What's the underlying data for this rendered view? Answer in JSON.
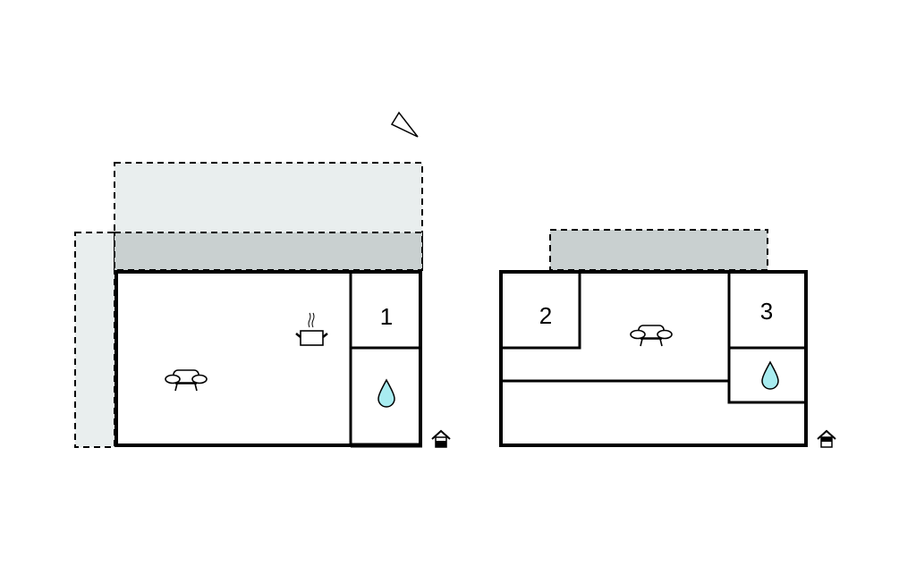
{
  "floorplan": {
    "rooms": {
      "bedroom_1": "1",
      "bedroom_2": "2",
      "bedroom_3": "3"
    },
    "icons": [
      "compass-icon",
      "sofa-icon",
      "cooking-pot-icon",
      "water-drop-icon",
      "entrance-icon"
    ],
    "colors": {
      "wall": "#000000",
      "terrace_light": "#e9eeee",
      "terrace_dark": "#c9d0d0",
      "water": "#a8ecf0"
    }
  }
}
